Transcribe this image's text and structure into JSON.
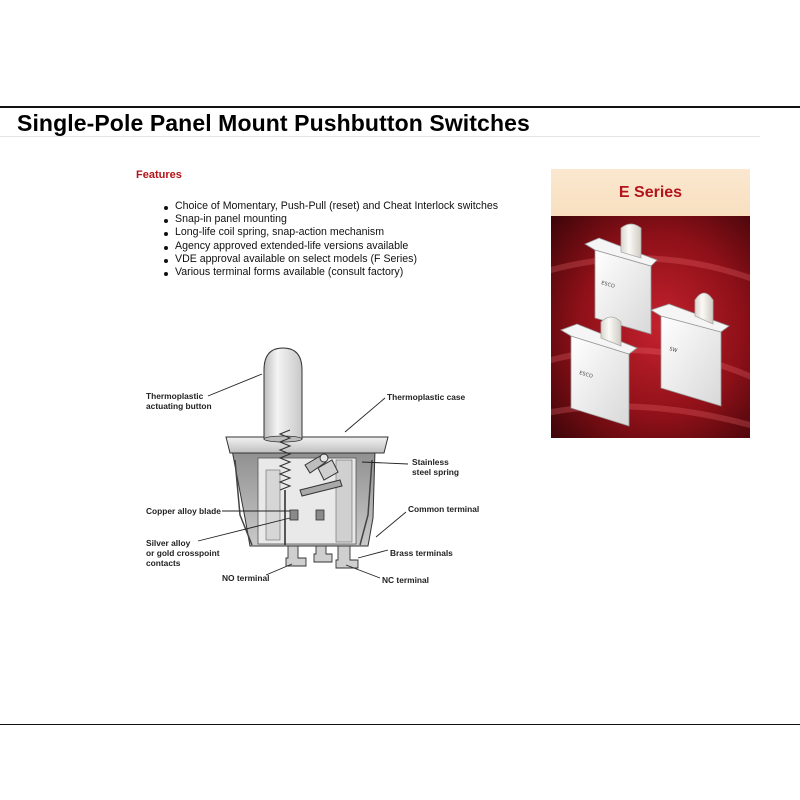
{
  "page": {
    "title": "Single-Pole Panel Mount Pushbutton Switches"
  },
  "features": {
    "heading": "Features",
    "items": [
      "Choice of Momentary, Push-Pull (reset) and Cheat Interlock switches",
      "Snap-in panel mounting",
      "Long-life coil spring, snap-action mechanism",
      "Agency approved extended-life versions available",
      "VDE approval available on select models (F Series)",
      "Various terminal forms available (consult factory)"
    ]
  },
  "diagram": {
    "labels": {
      "actuating_button_1": "Thermoplastic",
      "actuating_button_2": "actuating button",
      "case": "Thermoplastic case",
      "spring_1": "Stainless",
      "spring_2": "steel spring",
      "blade": "Copper alloy blade",
      "common_terminal": "Common terminal",
      "contacts_1": "Silver alloy",
      "contacts_2": "or gold crosspoint",
      "contacts_3": "contacts",
      "brass_terminals": "Brass terminals",
      "no_terminal": "NO terminal",
      "nc_terminal": "NC terminal"
    }
  },
  "product": {
    "series_title": "E Series",
    "switch_markings": [
      "ESCO",
      "SW",
      "ESCO"
    ]
  },
  "colors": {
    "accent_red": "#b3141b",
    "card_header_bg": "#f8dfc0"
  }
}
